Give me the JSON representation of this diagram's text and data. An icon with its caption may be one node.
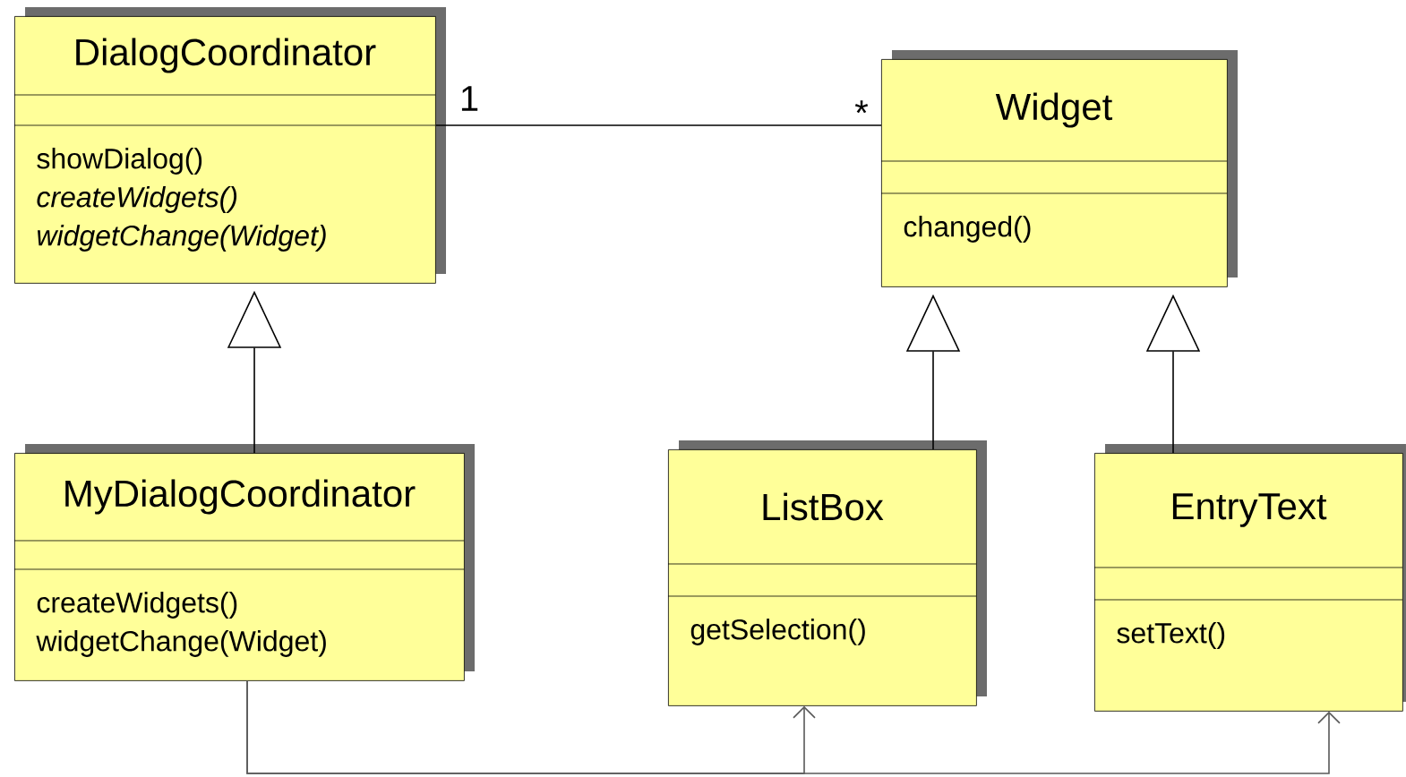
{
  "diagram": {
    "nodes": [
      {
        "text": [
          "DialogCoordinator",
          "showDialog()",
          "*createWidgets()*",
          "*widgetChange(Widget)*"
        ]
      },
      {
        "text": [
          "Widget",
          "changed()"
        ]
      },
      {
        "text": [
          "MyDialogCoordinator",
          "createWidgets()",
          "widgetChange(Widget)"
        ]
      },
      {
        "text": [
          "ListBox",
          "getSelection()"
        ]
      },
      {
        "text": [
          "EntryText",
          "setText()"
        ]
      }
    ],
    "edges": [
      {
        "from": 0,
        "to": 1,
        "arrow": "none"
      },
      {
        "from": 2,
        "to": 0,
        "arrow": "to"
      },
      {
        "from": 3,
        "to": 1,
        "arrow": "to"
      },
      {
        "from": 4,
        "to": 1,
        "arrow": "to"
      },
      {
        "from": 2,
        "to": 3,
        "arrow": "to",
        "color": "#595959"
      },
      {
        "from": 2,
        "to": 4,
        "arrow": "to",
        "color": "#595959"
      }
    ],
    "labels": [
      "1",
      "*"
    ]
  }
}
